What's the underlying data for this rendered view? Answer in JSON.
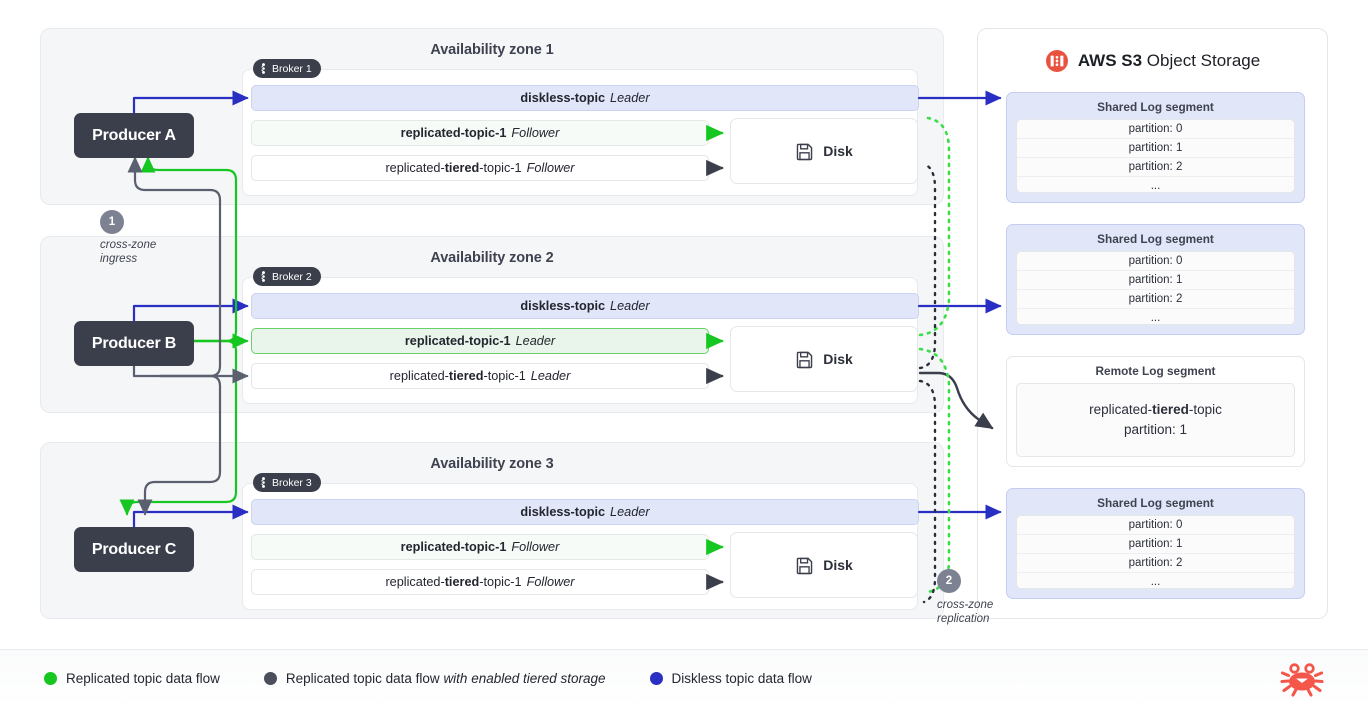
{
  "zones": [
    {
      "title": "Availability zone 1",
      "broker": {
        "label": "Broker 1",
        "icon": "kafka-icon"
      },
      "topics": [
        {
          "name": "diskless-topic",
          "role": "Leader",
          "style": "diskless",
          "bold": true
        },
        {
          "name": "replicated-topic-1",
          "role": "Follower",
          "style": "replicated-follower",
          "bold": true
        },
        {
          "name_pre": "replicated-",
          "name_bold": "tiered",
          "name_post": "-topic-1",
          "role": "Follower",
          "style": "tiered",
          "bold": false
        }
      ],
      "disk": {
        "label": "Disk",
        "icon": "floppy-disk-icon"
      }
    },
    {
      "title": "Availability zone 2",
      "broker": {
        "label": "Broker 2",
        "icon": "kafka-icon"
      },
      "topics": [
        {
          "name": "diskless-topic",
          "role": "Leader",
          "style": "diskless",
          "bold": true
        },
        {
          "name": "replicated-topic-1",
          "role": "Leader",
          "style": "replicated-leader",
          "bold": true
        },
        {
          "name_pre": "replicated-",
          "name_bold": "tiered",
          "name_post": "-topic-1",
          "role": "Leader",
          "style": "tiered",
          "bold": false
        }
      ],
      "disk": {
        "label": "Disk",
        "icon": "floppy-disk-icon"
      }
    },
    {
      "title": "Availability zone 3",
      "broker": {
        "label": "Broker 3",
        "icon": "kafka-icon"
      },
      "topics": [
        {
          "name": "diskless-topic",
          "role": "Leader",
          "style": "diskless",
          "bold": true
        },
        {
          "name": "replicated-topic-1",
          "role": "Follower",
          "style": "replicated-follower",
          "bold": true
        },
        {
          "name_pre": "replicated-",
          "name_bold": "tiered",
          "name_post": "-topic-1",
          "role": "Follower",
          "style": "tiered",
          "bold": false
        }
      ],
      "disk": {
        "label": "Disk",
        "icon": "floppy-disk-icon"
      }
    }
  ],
  "producers": [
    {
      "label": "Producer A"
    },
    {
      "label": "Producer B"
    },
    {
      "label": "Producer C"
    }
  ],
  "steps": [
    {
      "number": "1",
      "label": "cross-zone\ningress"
    },
    {
      "number": "2",
      "label": "cross-zone\nreplication"
    }
  ],
  "s3": {
    "title_bold": "AWS S3",
    "title_rest": " Object Storage",
    "logo": "aws-s3-icon",
    "segments": [
      {
        "title": "Shared Log segment",
        "type": "shared",
        "rows": [
          "partition: 0",
          "partition: 1",
          "partition: 2",
          "..."
        ]
      },
      {
        "title": "Shared Log segment",
        "type": "shared",
        "rows": [
          "partition: 0",
          "partition: 1",
          "partition: 2",
          "..."
        ]
      },
      {
        "title": "Remote Log segment",
        "type": "remote",
        "line1_pre": "replicated-",
        "line1_bold": "tiered",
        "line1_post": "-topic",
        "line2": "partition: 1"
      },
      {
        "title": "Shared Log segment",
        "type": "shared",
        "rows": [
          "partition: 0",
          "partition: 1",
          "partition: 2",
          "..."
        ]
      }
    ]
  },
  "legend": {
    "items": [
      {
        "color": "#16c722",
        "text": "Replicated topic data flow",
        "emphasis": ""
      },
      {
        "color": "#4b4f5c",
        "text": "Replicated topic data flow ",
        "emphasis": "with enabled tiered storage"
      },
      {
        "color": "#2a2fc4",
        "text": "Diskless topic data flow",
        "emphasis": ""
      }
    ],
    "logo": "crab-icon"
  },
  "colors": {
    "green": "#16c722",
    "gray_flow": "#5b6070",
    "blue": "#2a2fc4",
    "diskless_bg": "#e2e6f9",
    "dark": "#3b3f4c",
    "s3_red": "#e8523f"
  }
}
